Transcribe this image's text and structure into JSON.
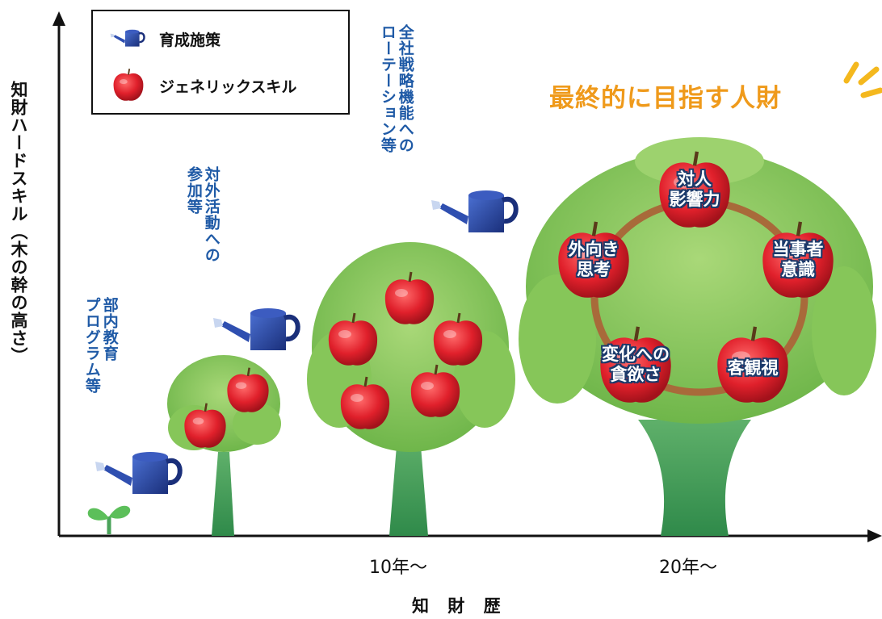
{
  "legend": {
    "items": [
      {
        "icon": "watering-can-icon",
        "label": "育成施策"
      },
      {
        "icon": "apple-icon",
        "label": "ジェネリックスキル"
      }
    ]
  },
  "axes": {
    "y_label": "知財ハードスキル（木の幹の高さ）",
    "x_label": "知 財 歴",
    "x_ticks": [
      "10年～",
      "20年～"
    ]
  },
  "measures": [
    {
      "text": "部内教育\nプログラム等"
    },
    {
      "text": "対外活動への\n参加等"
    },
    {
      "text": "全社戦略機能への\nローテーション等"
    }
  ],
  "goal_title": "最終的に目指す人財",
  "final_skills": [
    "対人\n影響力",
    "外向き\n思考",
    "当事者\n意識",
    "変化への\n貪欲さ",
    "客観視"
  ],
  "colors": {
    "tree_green": "#8cc95a",
    "trunk_green": "#3c9a4f",
    "apple_red": "#e0202b",
    "text_blue": "#1f5aa6",
    "goal_orange": "#ef9a1b",
    "ring_brown": "#a86a3a"
  }
}
